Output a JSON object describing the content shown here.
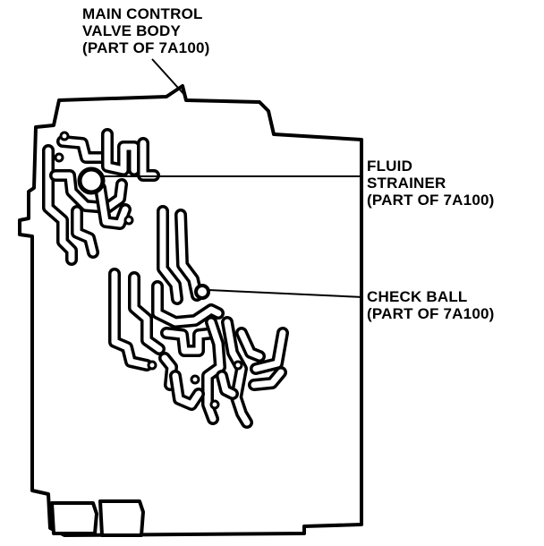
{
  "callouts": {
    "main_valve_body": {
      "line1": "MAIN CONTROL",
      "line2": "VALVE BODY",
      "line3": "(PART OF 7A100)"
    },
    "fluid_strainer": {
      "line1": "FLUID",
      "line2": "STRAINER",
      "line3": "(PART OF 7A100)"
    },
    "check_ball": {
      "line1": "CHECK BALL",
      "line2": "(PART OF 7A100)"
    }
  }
}
